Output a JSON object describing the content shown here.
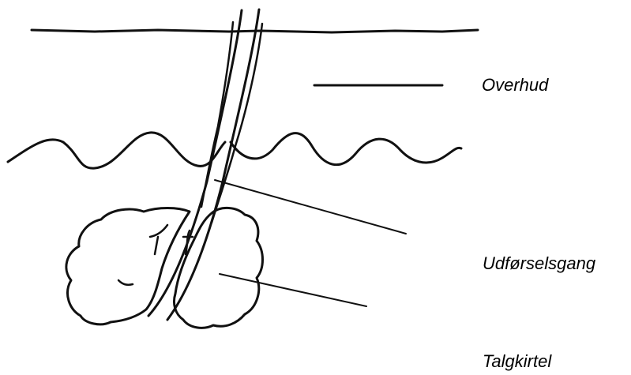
{
  "labels": {
    "overhud": "Overhud",
    "udforselsgang": "Udførselsgang",
    "talgkirtel": "Talgkirtel"
  },
  "colors": {
    "ink": "#111111",
    "background": "#ffffff"
  }
}
